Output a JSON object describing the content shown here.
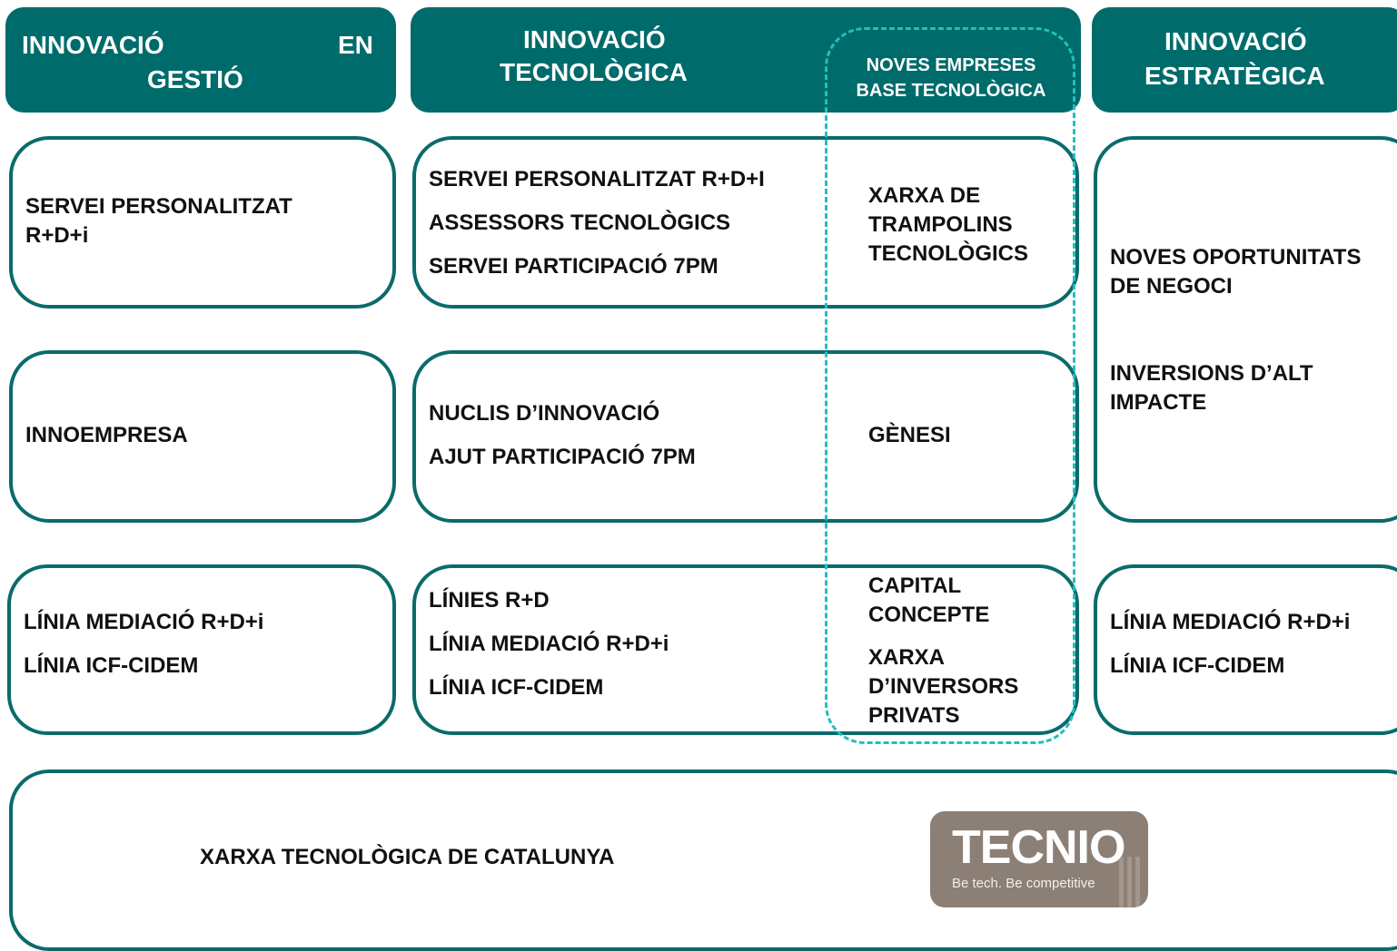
{
  "headers": {
    "col1_line1_left": "INNOVACIÓ",
    "col1_line1_right": "EN",
    "col1_line2": "GESTIÓ",
    "col2_line1": "INNOVACIÓ",
    "col2_line2": "TECNOLÒGICA",
    "nebt_line1": "NOVES EMPRESES",
    "nebt_line2": "BASE TECNOLÒGICA",
    "col3_line1": "INNOVACIÓ",
    "col3_line2": "ESTRATÈGICA"
  },
  "row1": {
    "gestio": [
      "SERVEI PERSONALITZAT",
      "R+D+i"
    ],
    "tecnologica": [
      "SERVEI PERSONALITZAT R+D+I",
      "ASSESSORS TECNOLÒGICS",
      "SERVEI PARTICIPACIÓ 7PM"
    ],
    "nebt": [
      "XARXA DE",
      "TRAMPOLINS",
      "TECNOLÒGICS"
    ]
  },
  "row2": {
    "gestio": [
      "INNOEMPRESA"
    ],
    "tecnologica": [
      "NUCLIS D’INNOVACIÓ",
      "AJUT PARTICIPACIÓ 7PM"
    ],
    "nebt": [
      "GÈNESI"
    ]
  },
  "estrategica_top": [
    "NOVES OPORTUNITATS",
    "DE NEGOCI",
    "INVERSIONS D’ALT",
    "IMPACTE"
  ],
  "row3": {
    "gestio": [
      "LÍNIA MEDIACIÓ R+D+i",
      "LÍNIA ICF-CIDEM"
    ],
    "tecnologica": [
      "LÍNIES R+D",
      "LÍNIA MEDIACIÓ R+D+i",
      "LÍNIA ICF-CIDEM"
    ],
    "nebt": [
      "CAPITAL",
      "CONCEPTE",
      "XARXA",
      "D’INVERSORS",
      "PRIVATS"
    ],
    "estrategica": [
      "LÍNIA MEDIACIÓ R+D+i",
      "LÍNIA ICF-CIDEM"
    ]
  },
  "footer": {
    "label": "XARXA TECNOLÒGICA DE CATALUNYA",
    "logo_word": "TECNIO",
    "logo_tagline": "Be tech. Be competitive"
  },
  "colors": {
    "header_teal": "#006b6b",
    "dashed_outline": "#20c0bd",
    "logo_bg": "#8c7f76"
  }
}
